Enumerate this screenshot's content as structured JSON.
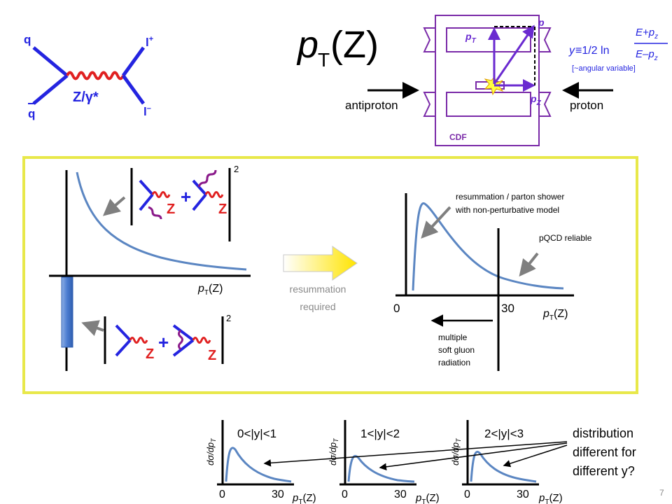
{
  "slide": {
    "title_main": "p",
    "title_sub": "T",
    "title_rest": "(Z)",
    "page_number": "7"
  },
  "feynman": {
    "q": "q",
    "qbar": "q",
    "l_plus": "l",
    "l_plus_sup": "+",
    "l_minus": "l",
    "l_minus_sup": "–",
    "boson": "Z/γ*"
  },
  "detector": {
    "p": "p",
    "pT": "p",
    "pT_sub": "T",
    "pZ": "p",
    "pZ_sub": "Z",
    "antiproton": "antiproton",
    "proton": "proton",
    "cdf": "CDF"
  },
  "rapidity": {
    "y": "y",
    "def": "≡1/2 ln",
    "num": "E+p",
    "num_sub": "z",
    "den": "E–p",
    "den_sub": "z",
    "note": "[~angular variable]"
  },
  "panel": {
    "sq_top": "2",
    "sq_bottom": "2",
    "z_label": "Z",
    "plus": "+",
    "ptz_p": "p",
    "ptz_T": "T",
    "ptz_rest": "(Z)",
    "resum_line1": "resummation",
    "resum_line2": "required",
    "annot_resum_1": "resummation / parton shower",
    "annot_resum_2": "with non-perturbative model",
    "annot_pqcd": "pQCD reliable",
    "tick_0": "0",
    "tick_30": "30",
    "soft_1": "multiple",
    "soft_2": "soft gluon",
    "soft_3": "radiation"
  },
  "bins": {
    "ylabel": "dσ/dp",
    "ylabel_sub": "T",
    "ranges": [
      "0<|y|<1",
      "1<|y|<2",
      "2<|y|<3"
    ],
    "tick_0": "0",
    "tick_30": "30",
    "question_1": "distribution",
    "question_2": "different for",
    "question_3": "different y?"
  },
  "colors": {
    "blue": "#2424e0",
    "wave": "#e02020",
    "curve": "#5b86c2",
    "detector": "#7a2aa8",
    "panel_border": "#e8e84a"
  }
}
